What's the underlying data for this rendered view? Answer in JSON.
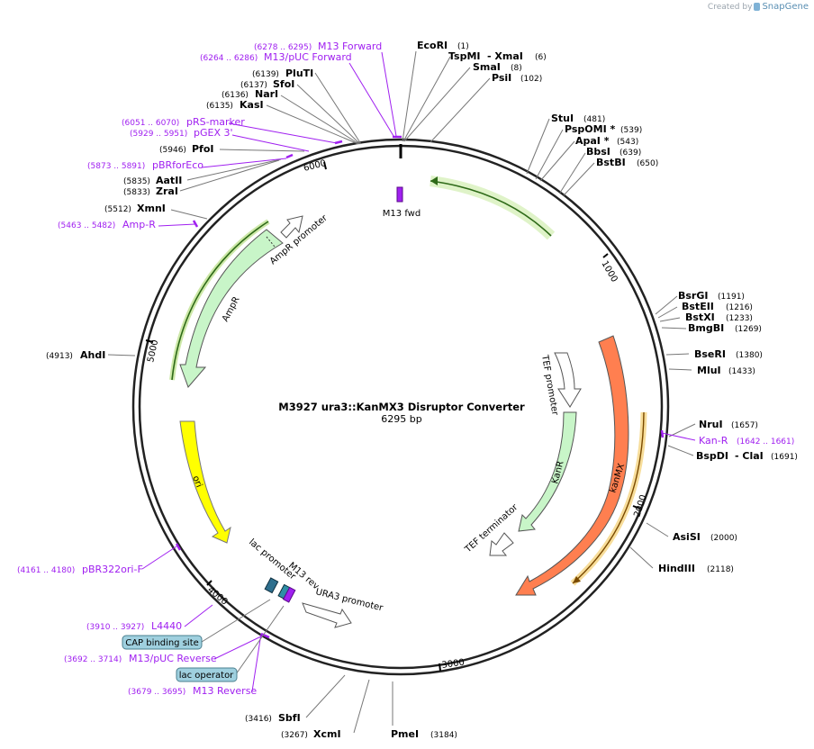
{
  "credit": {
    "created_by": "Created by",
    "brand": "SnapGene"
  },
  "map": {
    "title": "M3927 ura3::KanMX3 Disruptor Converter",
    "length": "6295 bp"
  },
  "ticks": [
    "1000",
    "2000",
    "3000",
    "4000",
    "5000",
    "6000"
  ],
  "enzymes": [
    {
      "name": "EcoRI",
      "pos": "(1)"
    },
    {
      "name": "TspMI",
      "sep": "- XmaI",
      "pos": "(6)"
    },
    {
      "name": "SmaI",
      "pos": "(8)"
    },
    {
      "name": "PsiI",
      "pos": "(102)"
    },
    {
      "name": "StuI",
      "pos": "(481)"
    },
    {
      "name": "PspOMI *",
      "pos": "(539)"
    },
    {
      "name": "ApaI *",
      "pos": "(543)"
    },
    {
      "name": "BbsI",
      "pos": "(639)"
    },
    {
      "name": "BstBI",
      "pos": "(650)"
    },
    {
      "name": "BsrGI",
      "pos": "(1191)"
    },
    {
      "name": "BstEII",
      "pos": "(1216)"
    },
    {
      "name": "BstXI",
      "pos": "(1233)"
    },
    {
      "name": "BmgBI",
      "pos": "(1269)"
    },
    {
      "name": "BseRI",
      "pos": "(1380)"
    },
    {
      "name": "MluI",
      "pos": "(1433)"
    },
    {
      "name": "NruI",
      "pos": "(1657)"
    },
    {
      "name": "BspDI",
      "sep": "- ClaI",
      "pos": "(1691)"
    },
    {
      "name": "AsiSI",
      "pos": "(2000)"
    },
    {
      "name": "HindIII",
      "pos": "(2118)"
    },
    {
      "name": "PmeI",
      "pos": "(3184)"
    },
    {
      "name": "XcmI",
      "pos": "(3267)"
    },
    {
      "name": "SbfI",
      "pos": "(3416)"
    },
    {
      "name": "AhdI",
      "pos": "(4913)"
    },
    {
      "name": "XmnI",
      "pos": "(5512)"
    },
    {
      "name": "ZraI",
      "pos": "(5833)"
    },
    {
      "name": "AatII",
      "pos": "(5835)"
    },
    {
      "name": "PfoI",
      "pos": "(5946)"
    },
    {
      "name": "KasI",
      "pos": "(6135)"
    },
    {
      "name": "NarI",
      "pos": "(6136)"
    },
    {
      "name": "SfoI",
      "pos": "(6137)"
    },
    {
      "name": "PluTI",
      "pos": "(6139)"
    }
  ],
  "primers": [
    {
      "name": "M13 Forward",
      "range": "(6278 .. 6295)"
    },
    {
      "name": "M13/pUC Forward",
      "range": "(6264 .. 6286)"
    },
    {
      "name": "pRS-marker",
      "range": "(6051 .. 6070)"
    },
    {
      "name": "pGEX 3'",
      "range": "(5929 .. 5951)"
    },
    {
      "name": "pBRforEco",
      "range": "(5873 .. 5891)"
    },
    {
      "name": "Amp-R",
      "range": "(5463 .. 5482)"
    },
    {
      "name": "Kan-R",
      "range": "(1642 .. 1661)"
    },
    {
      "name": "pBR322ori-F",
      "range": "(4161 .. 4180)"
    },
    {
      "name": "L4440",
      "range": "(3910 .. 3927)"
    },
    {
      "name": "M13/pUC Reverse",
      "range": "(3692 .. 3714)"
    },
    {
      "name": "M13 Reverse",
      "range": "(3679 .. 3695)"
    }
  ],
  "misc_features": [
    {
      "name": "CAP binding site"
    },
    {
      "name": "lac operator"
    }
  ],
  "features": [
    {
      "name": "M13 fwd"
    },
    {
      "name": "AmpR promoter"
    },
    {
      "name": "AmpR"
    },
    {
      "name": "ori"
    },
    {
      "name": "lac promoter"
    },
    {
      "name": "M13 rev"
    },
    {
      "name": "URA3 promoter"
    },
    {
      "name": "TEF promoter"
    },
    {
      "name": "KanR"
    },
    {
      "name": "kanMX"
    },
    {
      "name": "TEF terminator"
    }
  ],
  "colors": {
    "backbone": "#222222",
    "primer": "#a020f0",
    "amp_green": "#c8f5c8",
    "ori_yellow": "#ffff00",
    "kanmx_orange": "#ff7f50",
    "misc_box": "#9fd0df",
    "gene_glow": "#9bd67a"
  }
}
